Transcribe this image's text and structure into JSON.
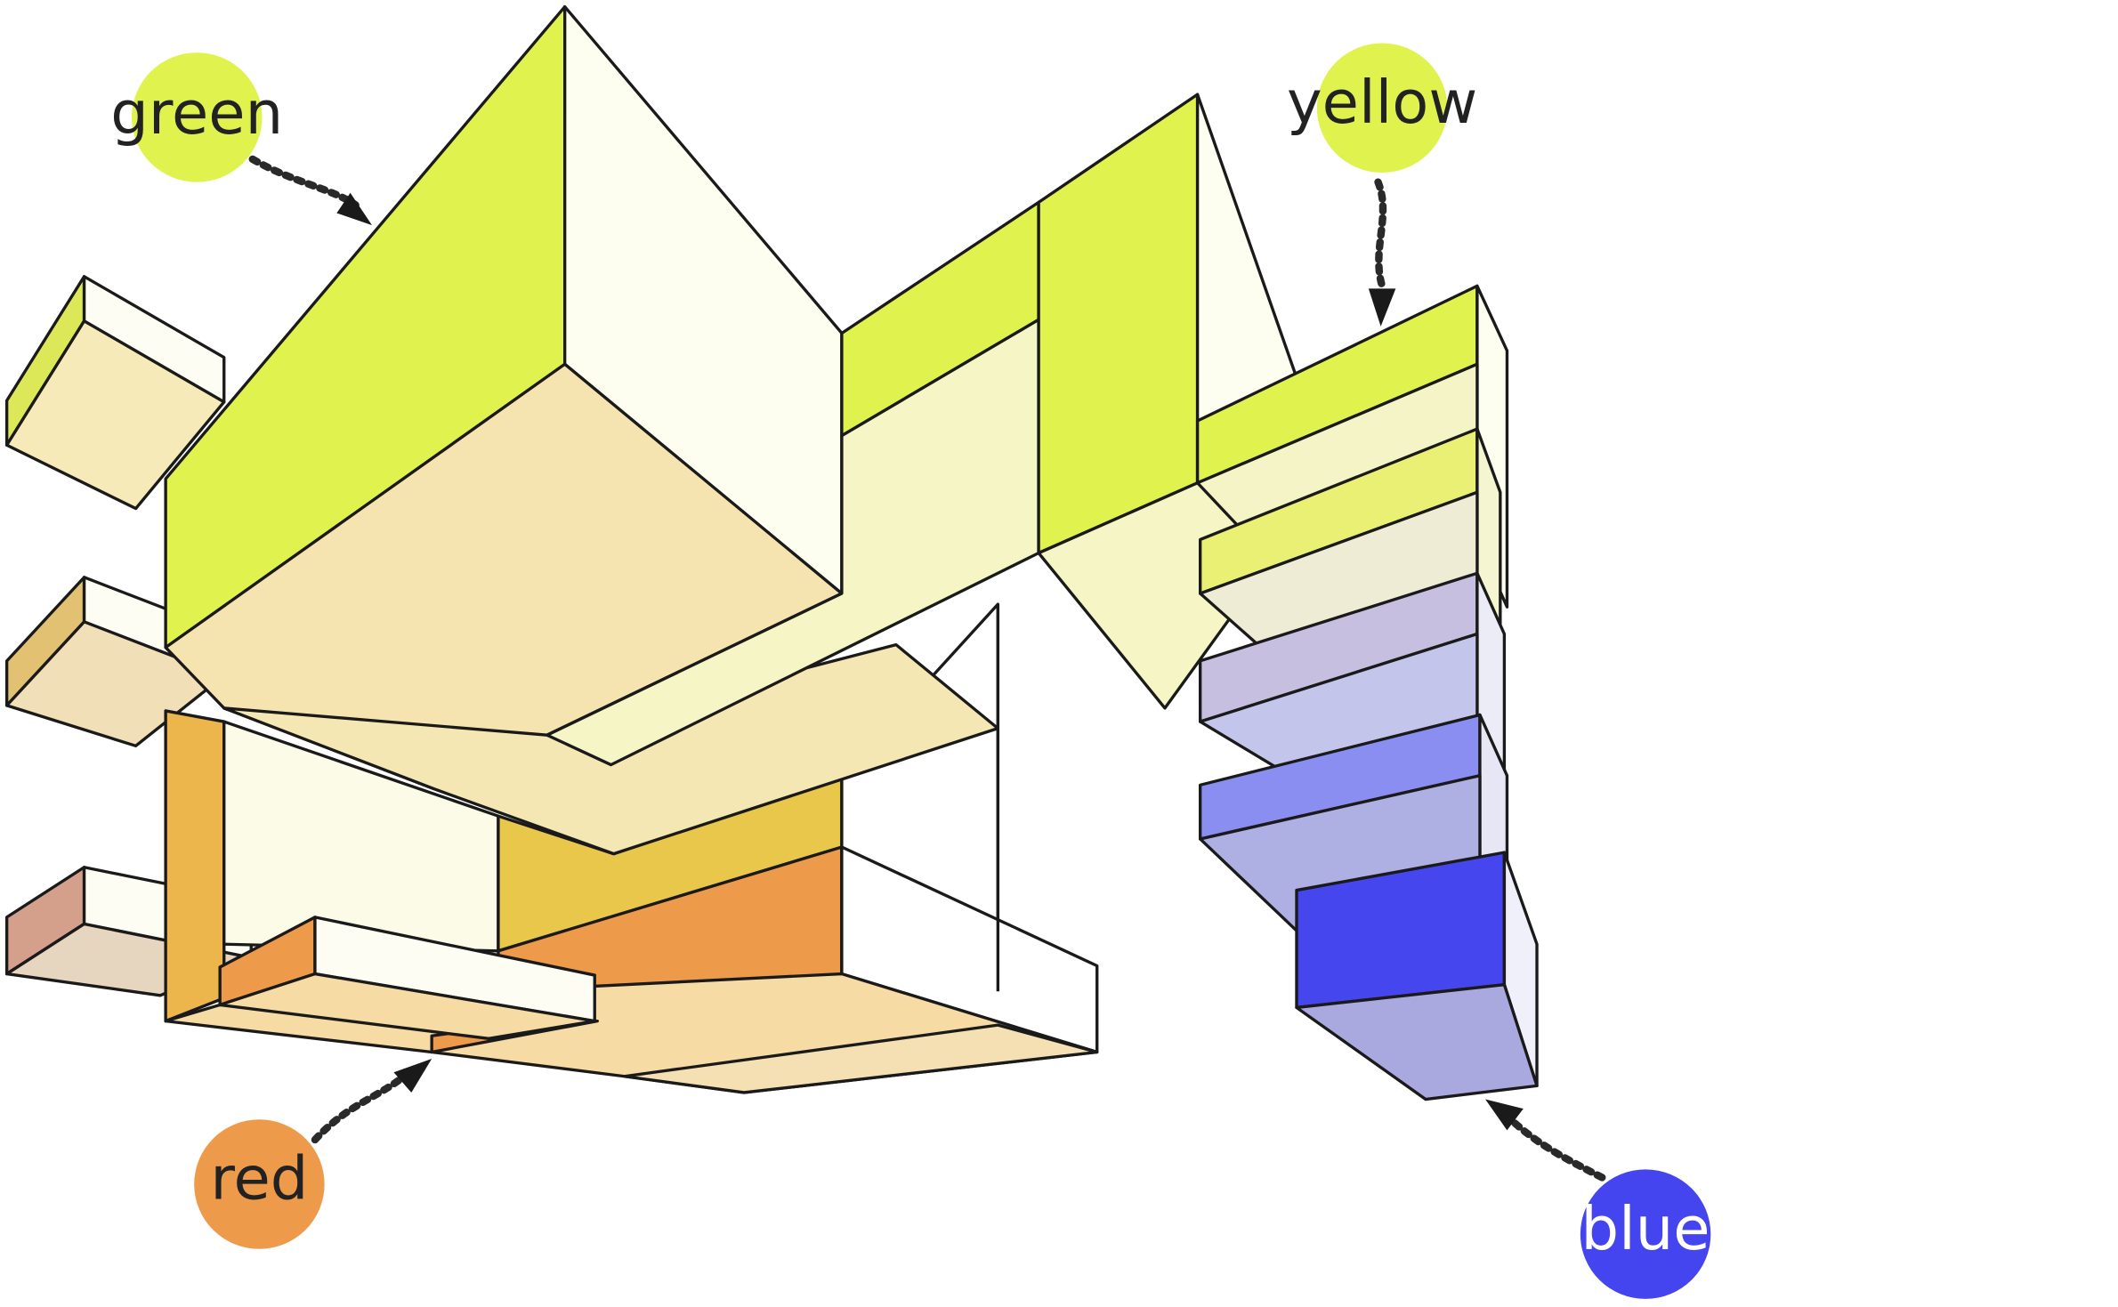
{
  "labels": {
    "green": "green",
    "yellow": "yellow",
    "red": "red",
    "blue": "blue"
  },
  "colors": {
    "green": "#e0f24e",
    "yellow": "#e0f24e",
    "red": "#ee9a4b",
    "blue": "#4545f0",
    "label_text_light": "#ffffff",
    "label_text_dark": "#222222"
  }
}
